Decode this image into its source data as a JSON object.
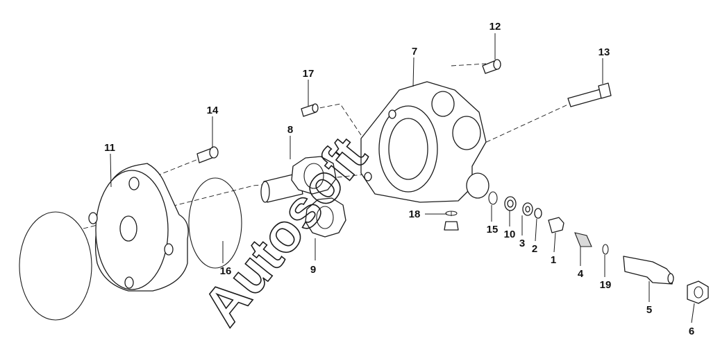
{
  "watermark": {
    "text": "Autosoft"
  },
  "callouts": [
    {
      "id": "1",
      "label": "1"
    },
    {
      "id": "2",
      "label": "2"
    },
    {
      "id": "3",
      "label": "3"
    },
    {
      "id": "4",
      "label": "4"
    },
    {
      "id": "5",
      "label": "5"
    },
    {
      "id": "6",
      "label": "6"
    },
    {
      "id": "7",
      "label": "7"
    },
    {
      "id": "8",
      "label": "8"
    },
    {
      "id": "9",
      "label": "9"
    },
    {
      "id": "10",
      "label": "10"
    },
    {
      "id": "11",
      "label": "11"
    },
    {
      "id": "12",
      "label": "12"
    },
    {
      "id": "13",
      "label": "13"
    },
    {
      "id": "14",
      "label": "14"
    },
    {
      "id": "15",
      "label": "15"
    },
    {
      "id": "16",
      "label": "16"
    },
    {
      "id": "17",
      "label": "17"
    },
    {
      "id": "18",
      "label": "18"
    },
    {
      "id": "19",
      "label": "19"
    }
  ]
}
